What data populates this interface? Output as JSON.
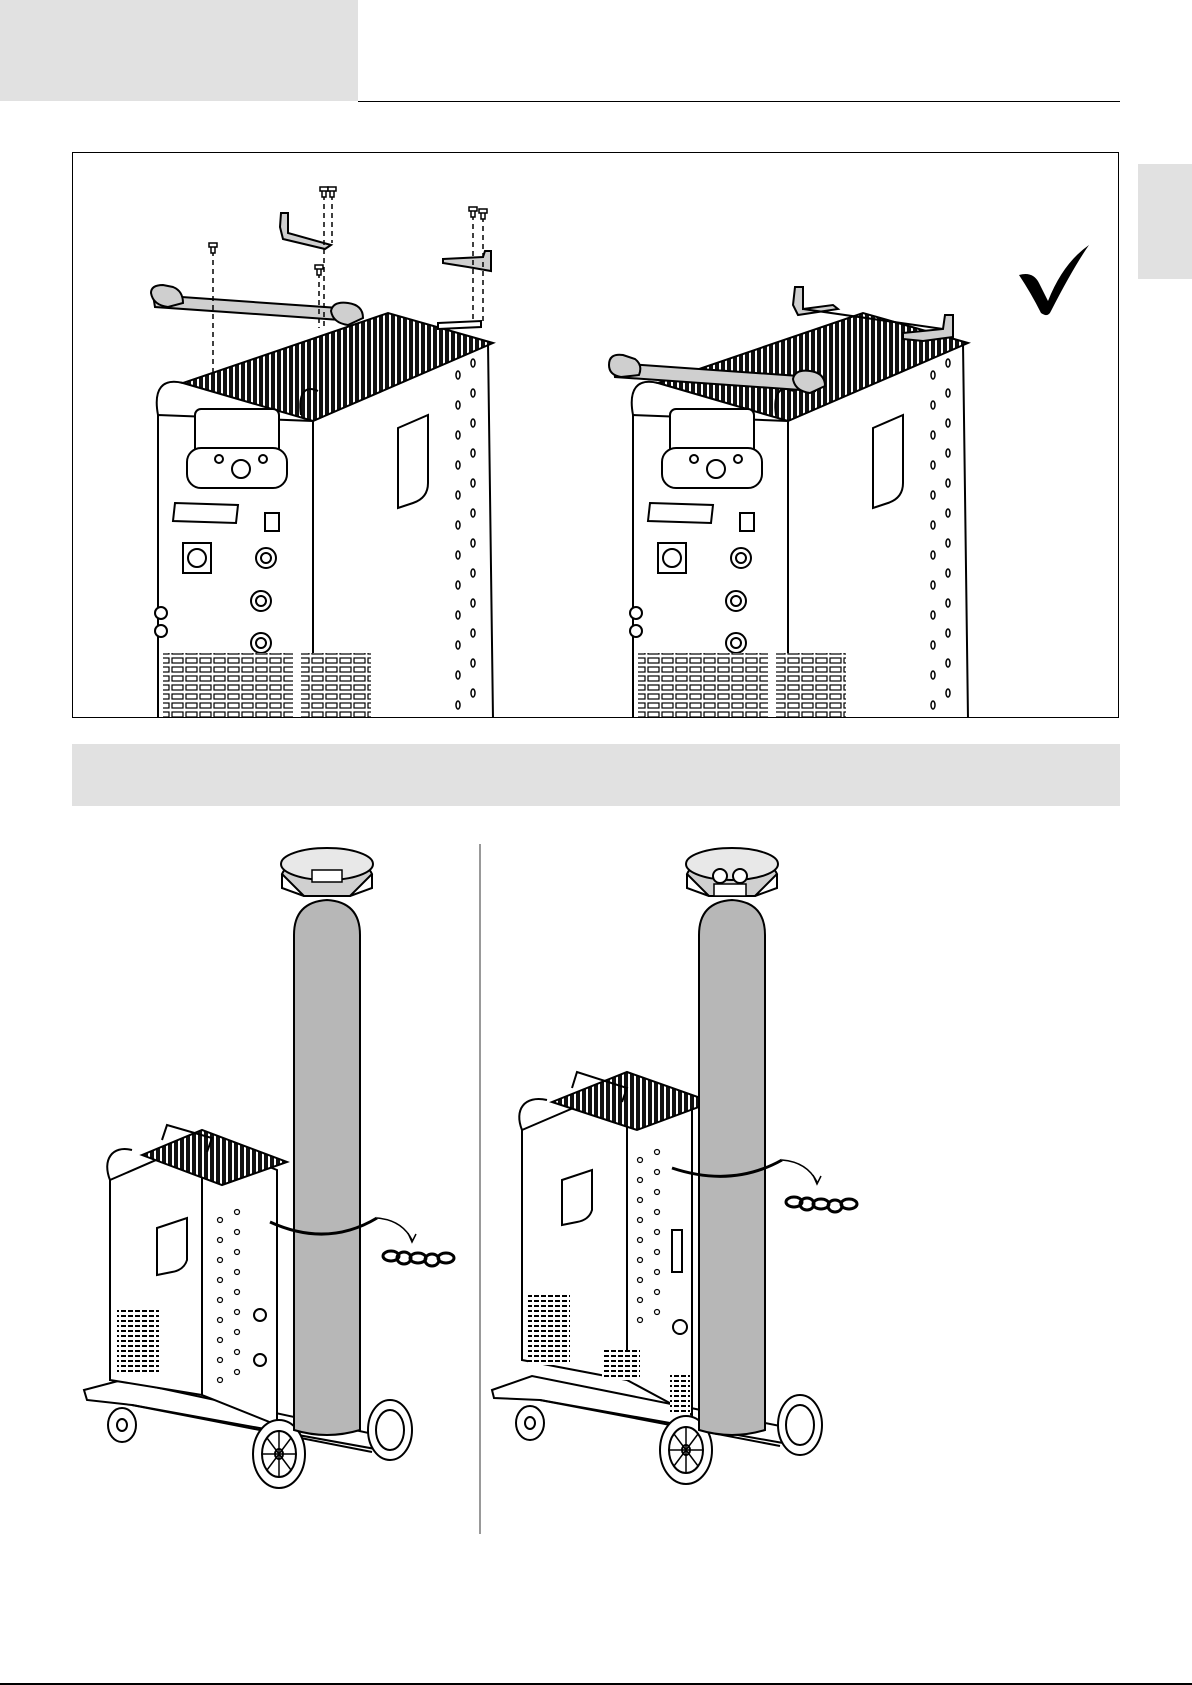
{
  "page": {
    "header_box": "",
    "section_bar": "",
    "side_tab": ""
  },
  "figures": {
    "top": {
      "left_icon": "mounting-bracket-assembly",
      "right_icon": "bracket-assembled",
      "mark": "checkmark-icon"
    },
    "bottom": {
      "left_icon": "cylinder-chained-on-trolley",
      "right_icon": "cylinder-chained-on-trolley-variant",
      "mark": "chain-icon"
    }
  },
  "colors": {
    "panel_gray": "#e1e1e1",
    "cylinder_gray": "#b7b7b7",
    "line": "#000000"
  }
}
